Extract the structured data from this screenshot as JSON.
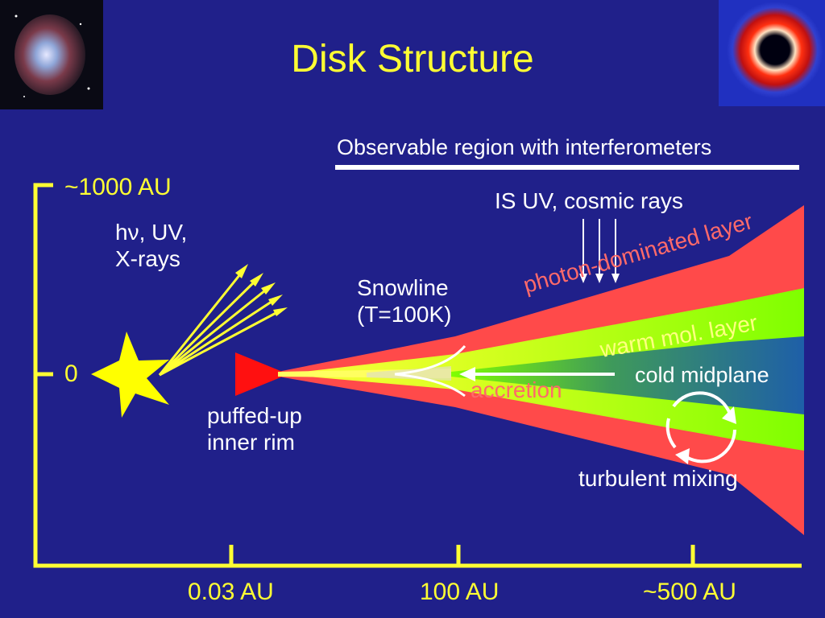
{
  "slide": {
    "title": "Disk Structure"
  },
  "labels": {
    "observable": "Observable region with interferometers",
    "au_1000": "~1000 AU",
    "zero": "0",
    "radiation": "hν, UV,\nX-rays",
    "is_uv": "IS UV, cosmic rays",
    "snowline": "Snowline\n(T=100K)",
    "photon_layer": "photon-dominated layer",
    "warm_layer": "warm mol. layer",
    "cold_midplane": "cold midplane",
    "accretion": "accretion",
    "puffed_rim": "puffed-up\ninner rim",
    "turbulent": "turbulent mixing",
    "au_003": "0.03 AU",
    "au_100": "100 AU",
    "au_500": "~500 AU"
  },
  "colors": {
    "background": "#20208a",
    "title": "#ffff33",
    "axis": "#ffff33",
    "photon_layer": "#ff4a4a",
    "warm_layer": "#7fff00",
    "cold_midplane": "#1e5fa8",
    "star": "#ffff00",
    "text": "#ffffff"
  }
}
